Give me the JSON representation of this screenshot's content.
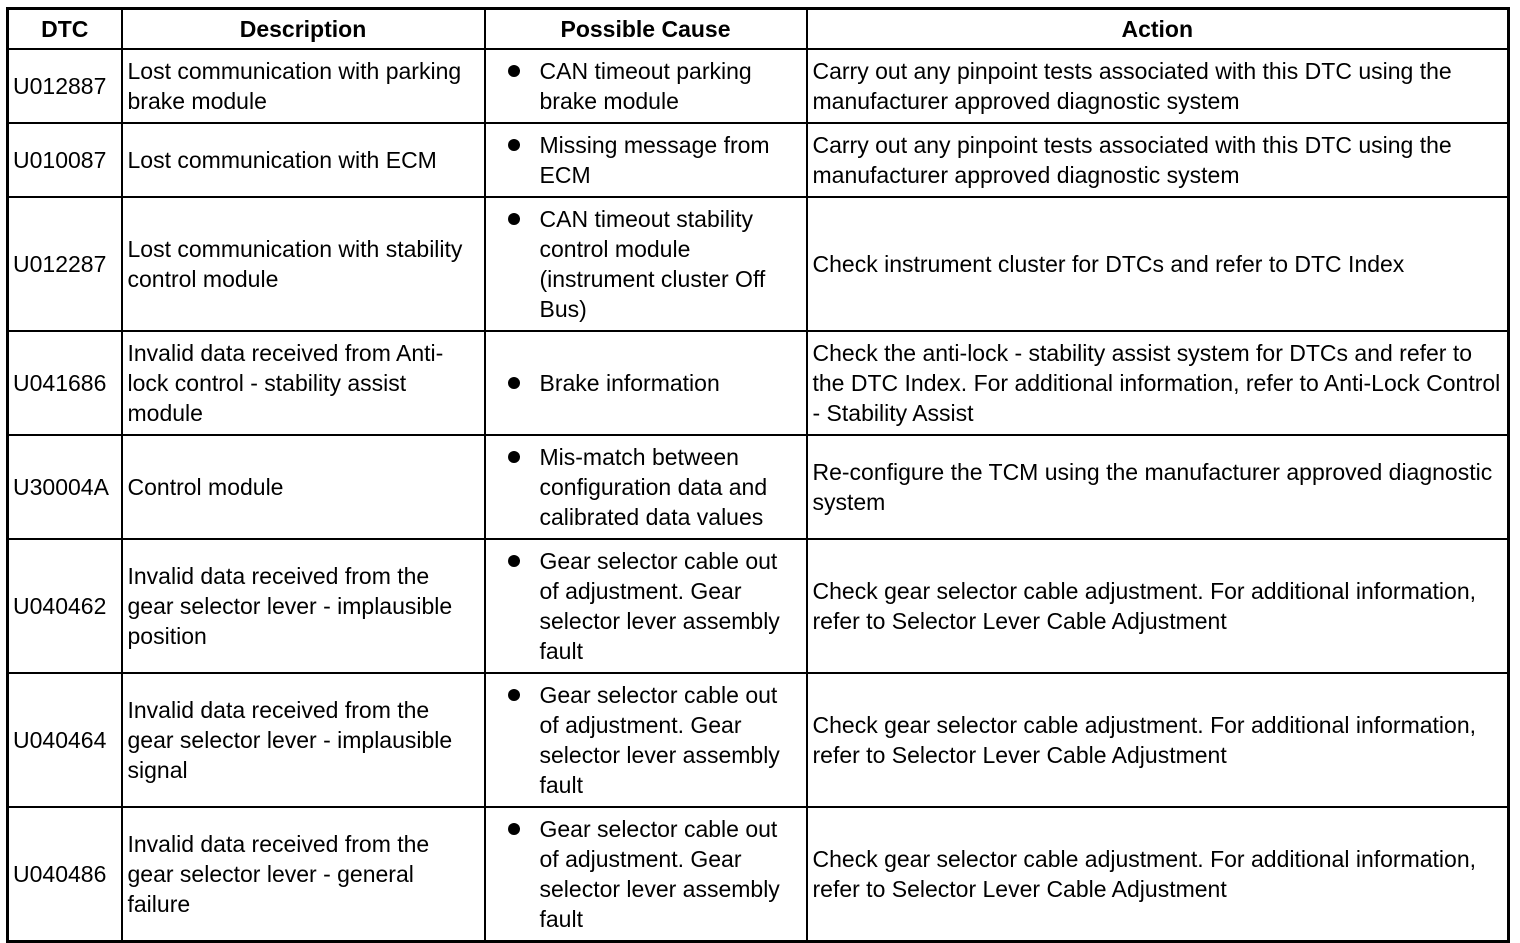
{
  "headers": {
    "dtc": "DTC",
    "description": "Description",
    "possible_cause": "Possible Cause",
    "action": "Action"
  },
  "rows": [
    {
      "dtc": "U012887",
      "description": "Lost communication with parking brake module",
      "cause": "CAN timeout parking brake module",
      "action": "Carry out any pinpoint tests associated with this DTC using the manufacturer approved diagnostic system"
    },
    {
      "dtc": "U010087",
      "description": "Lost communication with ECM",
      "cause": "Missing message from ECM",
      "action": "Carry out any pinpoint tests associated with this DTC using the manufacturer approved diagnostic system"
    },
    {
      "dtc": "U012287",
      "description": "Lost communication with stability control module",
      "cause": "CAN timeout stability control module (instrument cluster Off Bus)",
      "action": "Check instrument cluster for DTCs and refer to DTC Index"
    },
    {
      "dtc": "U041686",
      "description": "Invalid data received from Anti-lock control - stability assist module",
      "cause": "Brake information",
      "action": "Check the anti-lock - stability assist system for DTCs and refer to the DTC Index. For additional information, refer to Anti-Lock Control - Stability Assist"
    },
    {
      "dtc": "U30004A",
      "description": "Control module",
      "cause": "Mis-match between configuration data and calibrated data values",
      "action": "Re-configure the TCM using the manufacturer approved diagnostic system"
    },
    {
      "dtc": "U040462",
      "description": "Invalid data received from the gear selector lever - implausible position",
      "cause": "Gear selector cable out of adjustment. Gear selector lever assembly fault",
      "action": "Check gear selector cable adjustment. For additional information, refer to Selector Lever Cable Adjustment"
    },
    {
      "dtc": "U040464",
      "description": "Invalid data received from the gear selector lever - implausible signal",
      "cause": "Gear selector cable out of adjustment. Gear selector lever assembly fault",
      "action": "Check gear selector cable adjustment. For additional information, refer to Selector Lever Cable Adjustment"
    },
    {
      "dtc": "U040486",
      "description": "Invalid data received from the gear selector lever - general failure",
      "cause": "Gear selector cable out of adjustment. Gear selector lever assembly fault",
      "action": "Check gear selector cable adjustment. For additional information, refer to Selector Lever Cable Adjustment"
    }
  ]
}
